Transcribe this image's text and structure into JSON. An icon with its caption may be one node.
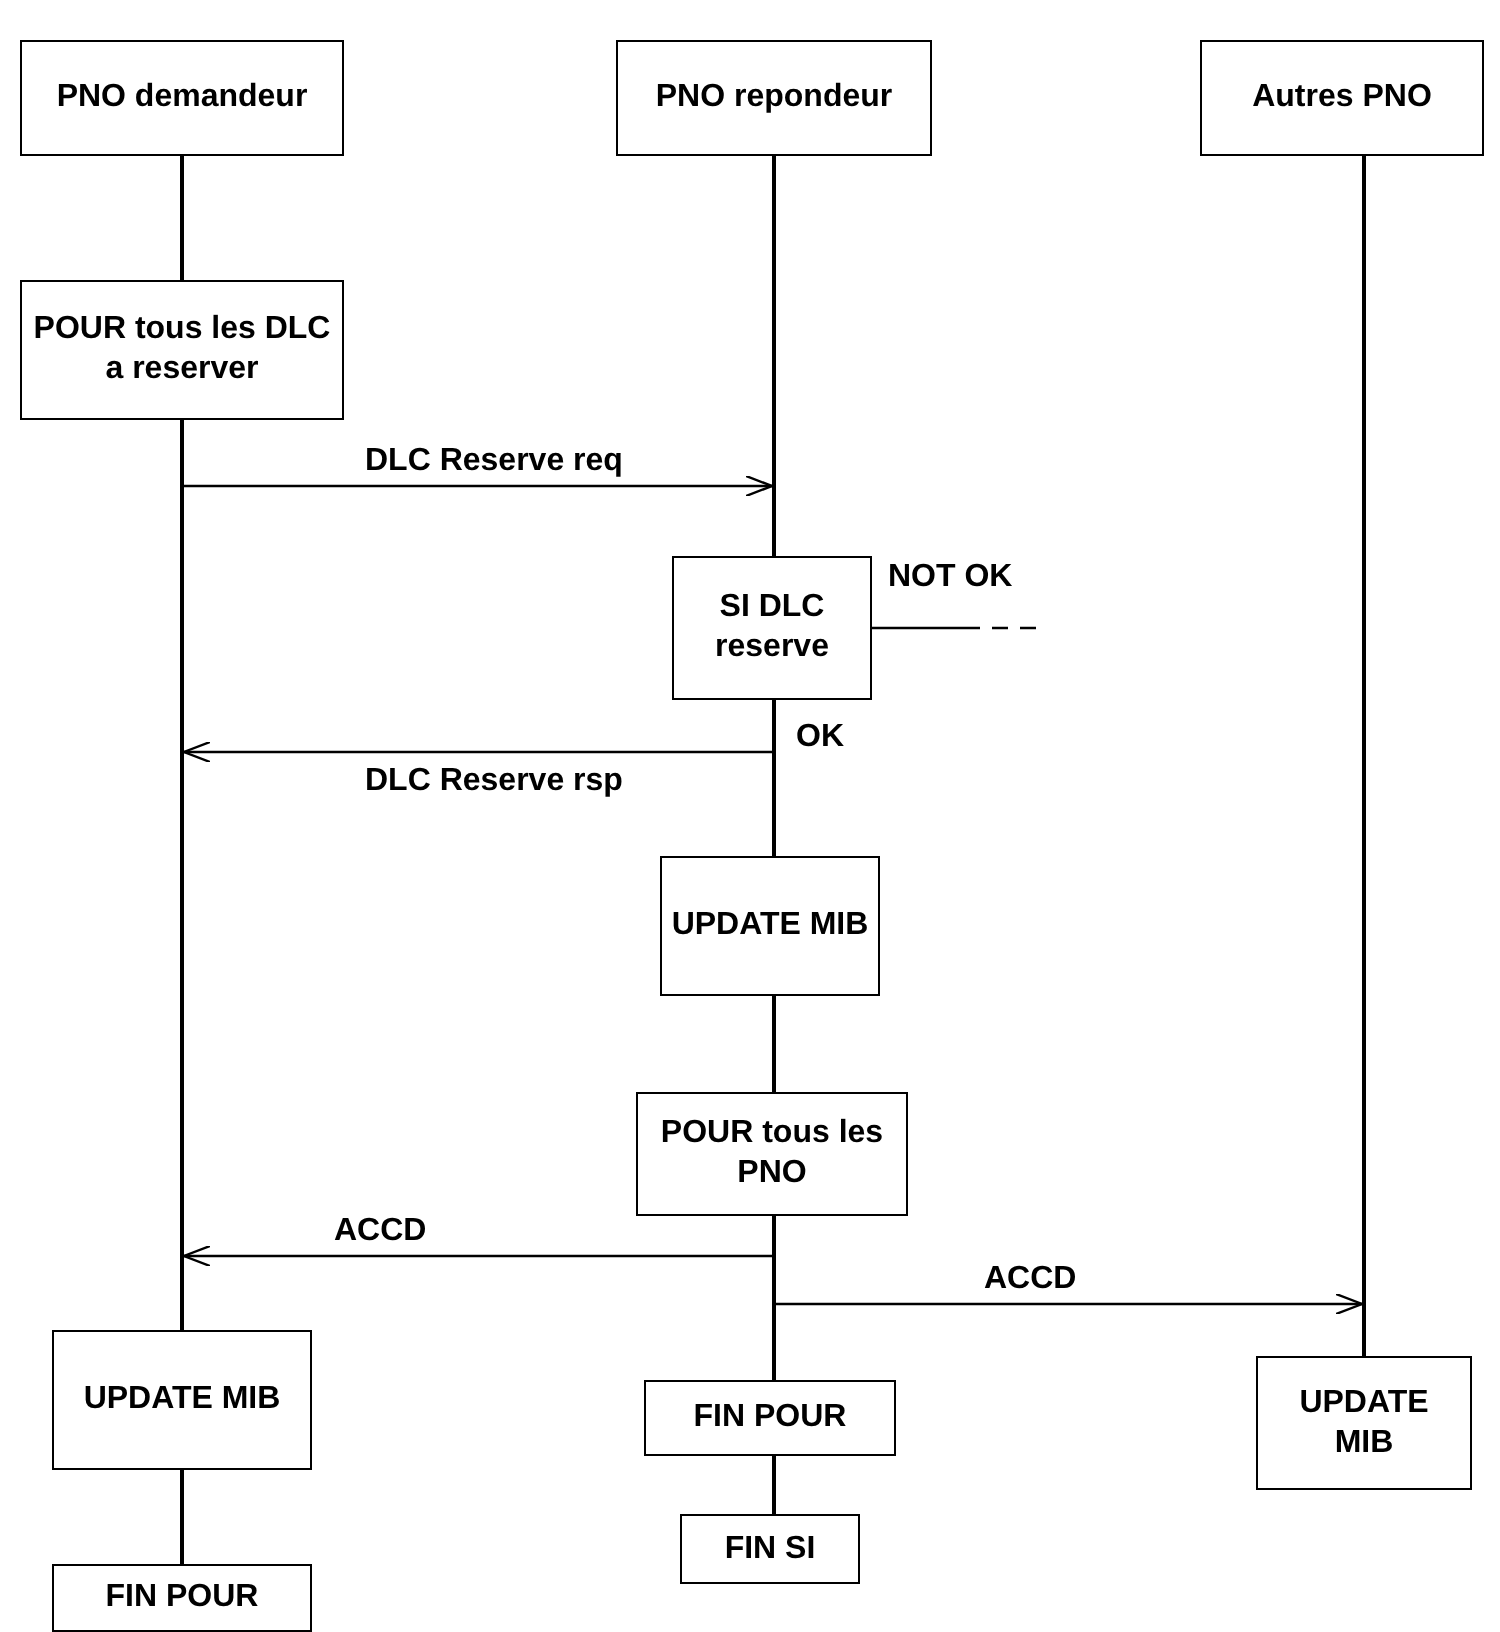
{
  "diagram": {
    "nodes": [
      {
        "text": [
          "PNO demandeur"
        ]
      },
      {
        "text": [
          "PNO repondeur"
        ]
      },
      {
        "text": [
          "Autres PNO"
        ]
      },
      {
        "text": [
          "POUR tous les DLC a reserver"
        ]
      },
      {
        "text": [
          "SI DLC reserve"
        ]
      },
      {
        "text": [
          "UPDATE MIB"
        ]
      },
      {
        "text": [
          "POUR tous les PNO"
        ]
      },
      {
        "text": [
          "UPDATE MIB"
        ]
      },
      {
        "text": [
          "FIN POUR"
        ]
      },
      {
        "text": [
          "UPDATE MIB"
        ]
      },
      {
        "text": [
          "FIN SI"
        ]
      },
      {
        "text": [
          "FIN POUR"
        ]
      },
      {
        "text": [],
        "shape": "bar"
      },
      {
        "text": [],
        "shape": "bar"
      },
      {
        "text": [],
        "shape": "bar"
      },
      {
        "text": [],
        "shape": "bar"
      },
      {
        "text": [],
        "shape": "bar"
      },
      {
        "text": [],
        "shape": "bar"
      },
      {
        "text": [],
        "shape": "bar"
      },
      {
        "text": [],
        "shape": "bar"
      },
      {
        "text": [],
        "shape": "bar"
      }
    ],
    "edges": [
      {
        "from": 13,
        "to": 15,
        "arrow": "to",
        "label": "DLC Reserve req"
      },
      {
        "from": 4,
        "to": null,
        "arrow": "none",
        "label": "NOT OK",
        "style": "dashed"
      },
      {
        "from": 16,
        "to": 13,
        "arrow": "to",
        "label": "DLC Reserve rsp"
      },
      {
        "from": 18,
        "to": 13,
        "arrow": "to",
        "label": "ACCD"
      },
      {
        "from": 18,
        "to": 20,
        "arrow": "to",
        "label": "ACCD"
      }
    ],
    "labels": [
      "OK"
    ]
  }
}
